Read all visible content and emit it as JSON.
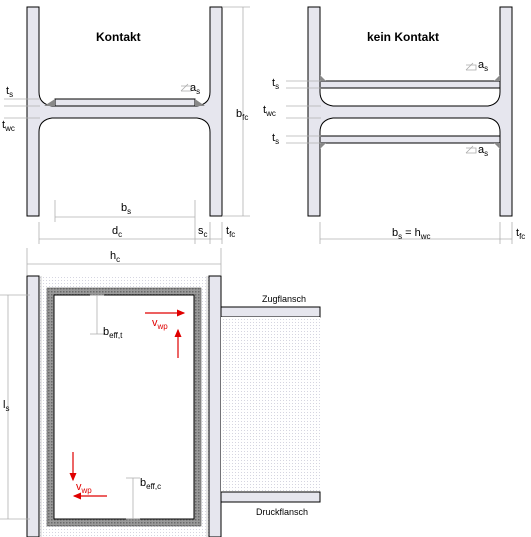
{
  "left_panel": {
    "title": "Kontakt",
    "a_s": {
      "main": "a",
      "sub": "s"
    },
    "t_s": {
      "main": "t",
      "sub": "s"
    },
    "t_wc": {
      "main": "t",
      "sub": "wc"
    },
    "b_fc": {
      "main": "b",
      "sub": "fc"
    },
    "b_s": {
      "main": "b",
      "sub": "s"
    },
    "d_c": {
      "main": "d",
      "sub": "c"
    },
    "s_c": {
      "main": "s",
      "sub": "c"
    },
    "t_fc": {
      "main": "t",
      "sub": "fc"
    }
  },
  "right_panel": {
    "title": "kein Kontakt",
    "a_s_top": {
      "main": "a",
      "sub": "s"
    },
    "a_s_bottom": {
      "main": "a",
      "sub": "s"
    },
    "t_s_top": {
      "main": "t",
      "sub": "s"
    },
    "t_wc": {
      "main": "t",
      "sub": "wc"
    },
    "t_s_bottom": {
      "main": "t",
      "sub": "s"
    },
    "b_s_eq": {
      "b": "b",
      "b_sub": "s",
      "eq": " = h",
      "h_sub": "wc"
    },
    "t_fc": {
      "main": "t",
      "sub": "fc"
    }
  },
  "bottom_panel": {
    "h_c": {
      "main": "h",
      "sub": "c"
    },
    "l_s": {
      "main": "l",
      "sub": "s"
    },
    "b_eff_t": {
      "main": "b",
      "sub": "eff,t"
    },
    "b_eff_c": {
      "main": "b",
      "sub": "eff,c"
    },
    "v_wp_top": {
      "main": "v",
      "sub": "wp"
    },
    "v_wp_bottom": {
      "main": "v",
      "sub": "wp"
    },
    "zugflansch": "Zugflansch",
    "druckflansch": "Druckflansch"
  },
  "colors": {
    "steel_fill": "#e6e6ee",
    "outline": "#000000",
    "dim_line": "#b0b0b0",
    "weld": "#888888",
    "stiffener_gray": "#8a8a8a",
    "arrow_red": "#e00000"
  }
}
